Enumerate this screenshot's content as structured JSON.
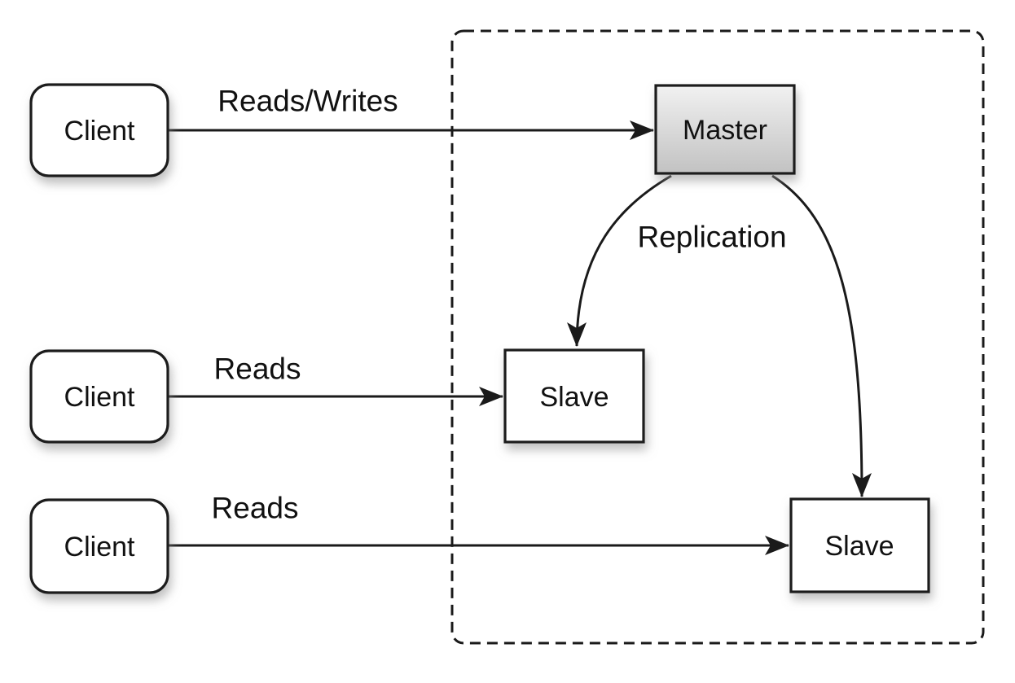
{
  "diagram": {
    "type": "architecture-diagram",
    "subject": "database master-slave replication",
    "background": "#ffffff",
    "colors": {
      "line": "#1a1a1a",
      "text": "#111111",
      "node_fill": "#ffffff",
      "node_border": "#1a1a1a",
      "master_gradient_top": "#f1f1f1",
      "master_gradient_bottom": "#c2c2c2",
      "shadow": "#8a8a8a"
    },
    "cluster": {
      "name": "replication-group",
      "style": "dashed-rounded-border",
      "contains": [
        "master",
        "slave-1",
        "slave-2"
      ]
    },
    "nodes": [
      {
        "id": "client-1",
        "label": "Client",
        "shape": "rounded-rect"
      },
      {
        "id": "client-2",
        "label": "Client",
        "shape": "rounded-rect"
      },
      {
        "id": "client-3",
        "label": "Client",
        "shape": "rounded-rect"
      },
      {
        "id": "master",
        "label": "Master",
        "shape": "rect-gradient"
      },
      {
        "id": "slave-1",
        "label": "Slave",
        "shape": "rect"
      },
      {
        "id": "slave-2",
        "label": "Slave",
        "shape": "rect"
      }
    ],
    "edges": [
      {
        "from": "client-1",
        "to": "master",
        "label": "Reads/Writes",
        "style": "straight-arrow"
      },
      {
        "from": "client-2",
        "to": "slave-1",
        "label": "Reads",
        "style": "straight-arrow"
      },
      {
        "from": "client-3",
        "to": "slave-2",
        "label": "Reads",
        "style": "straight-arrow"
      },
      {
        "from": "master",
        "to": "slave-1",
        "label": "Replication",
        "style": "curved-arrow"
      },
      {
        "from": "master",
        "to": "slave-2",
        "label": "",
        "style": "curved-arrow"
      }
    ]
  }
}
